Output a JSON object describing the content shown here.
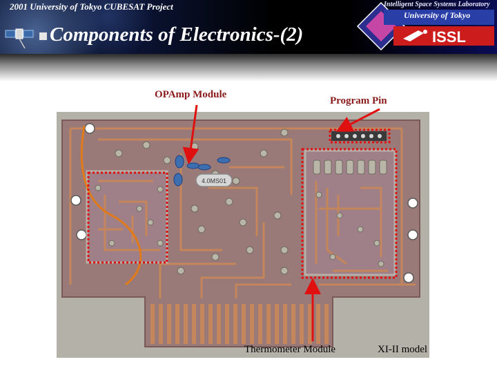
{
  "header": {
    "project_title": "2001 University of Tokyo CUBESAT Project",
    "main_title": "Components of Electronics-(2)",
    "lab_name": "Intelligent Space Systems Laboratory",
    "university": "University of Tokyo",
    "lab_abbrev": "ISSL"
  },
  "labels": {
    "opamp": "OPAmp Module",
    "program_pin": "Program Pin",
    "thermometer": "Thermometer Module",
    "model": "XI-II model"
  },
  "board": {
    "crystal_text": "4.0MS01"
  },
  "colors": {
    "label_red": "#8b1a1a",
    "arrow_red": "#e01010",
    "pcb_copper": "#c4865a",
    "pcb_board": "#9a7a78",
    "header_dark": "#000000"
  }
}
